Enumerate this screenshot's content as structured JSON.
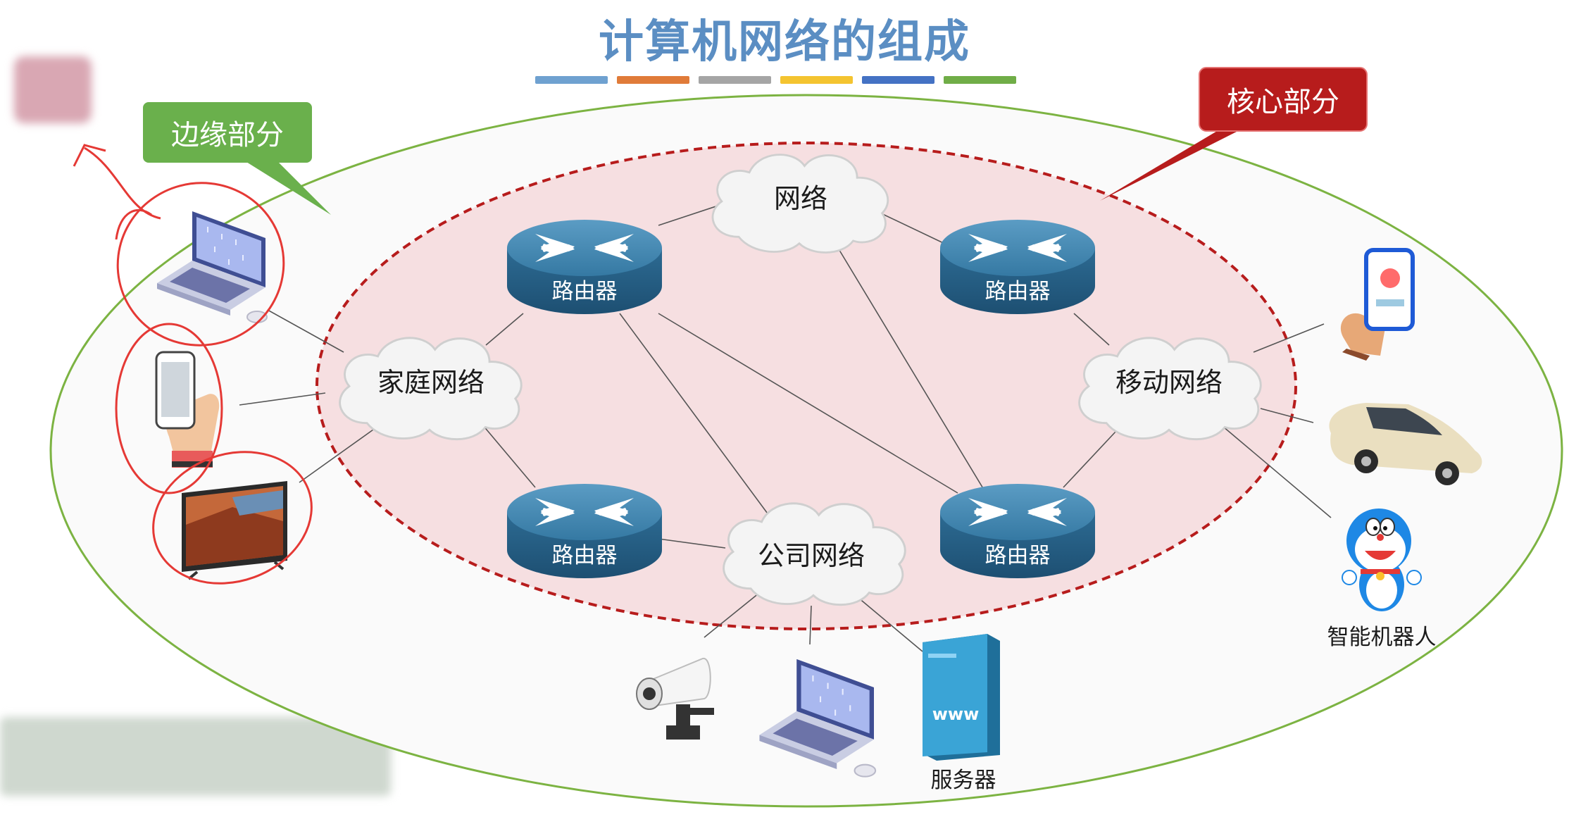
{
  "title": "计算机网络的组成",
  "title_color": "#5b8ec3",
  "title_underline_colors": [
    "#6fa1d0",
    "#e07b39",
    "#a5a5a5",
    "#f4c430",
    "#4472c4",
    "#70ad47"
  ],
  "callouts": {
    "edge": {
      "label": "边缘部分",
      "color": "#6ab04c"
    },
    "core": {
      "label": "核心部分",
      "color": "#b71c1c"
    }
  },
  "clouds": {
    "network": "网络",
    "home": "家庭网络",
    "mobile": "移动网络",
    "company": "公司网络"
  },
  "routers": {
    "top_left": "路由器",
    "top_right": "路由器",
    "bottom_left": "路由器",
    "bottom_right": "路由器"
  },
  "devices": {
    "server": "服务器",
    "server_badge": "www",
    "robot": "智能机器人"
  },
  "colors": {
    "edge_ellipse_stroke": "#7cb342",
    "core_fill": "#f6dfe1",
    "core_stroke": "#b71c1c",
    "router_body": "#2b6a90",
    "annotation_red": "#e53935"
  }
}
